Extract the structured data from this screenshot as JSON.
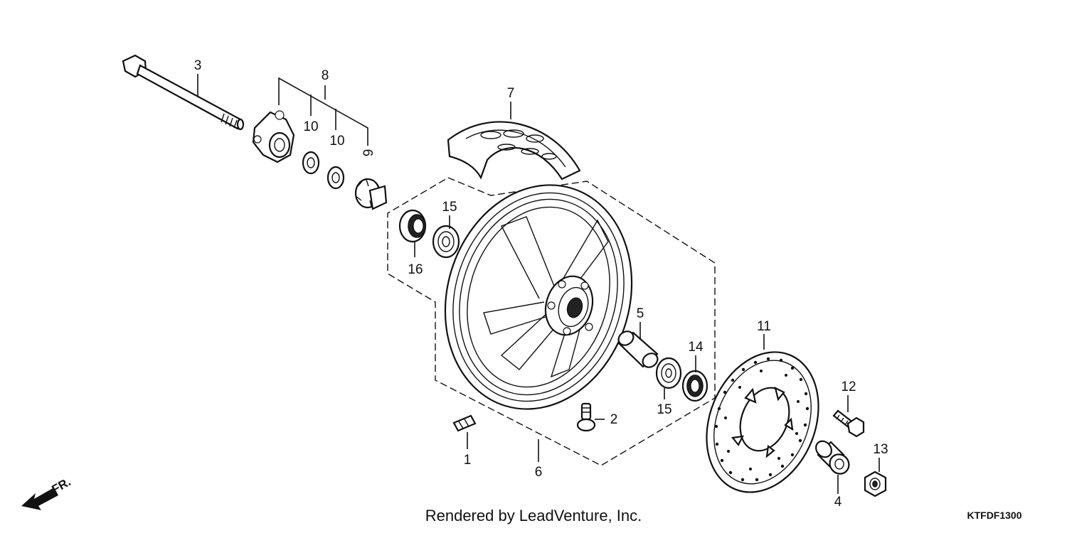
{
  "labels": {
    "p1": "1",
    "p2": "2",
    "p3": "3",
    "p4": "4",
    "p5": "5",
    "p6": "6",
    "p7": "7",
    "p8": "8",
    "p9": "9",
    "p10a": "10",
    "p10b": "10",
    "p11": "11",
    "p12": "12",
    "p13": "13",
    "p14": "14",
    "p15a": "15",
    "p15b": "15",
    "p16": "16"
  },
  "direction_label": "FR.",
  "credit": "Rendered by LeadVenture, Inc.",
  "diagram_code": "KTFDF1300"
}
